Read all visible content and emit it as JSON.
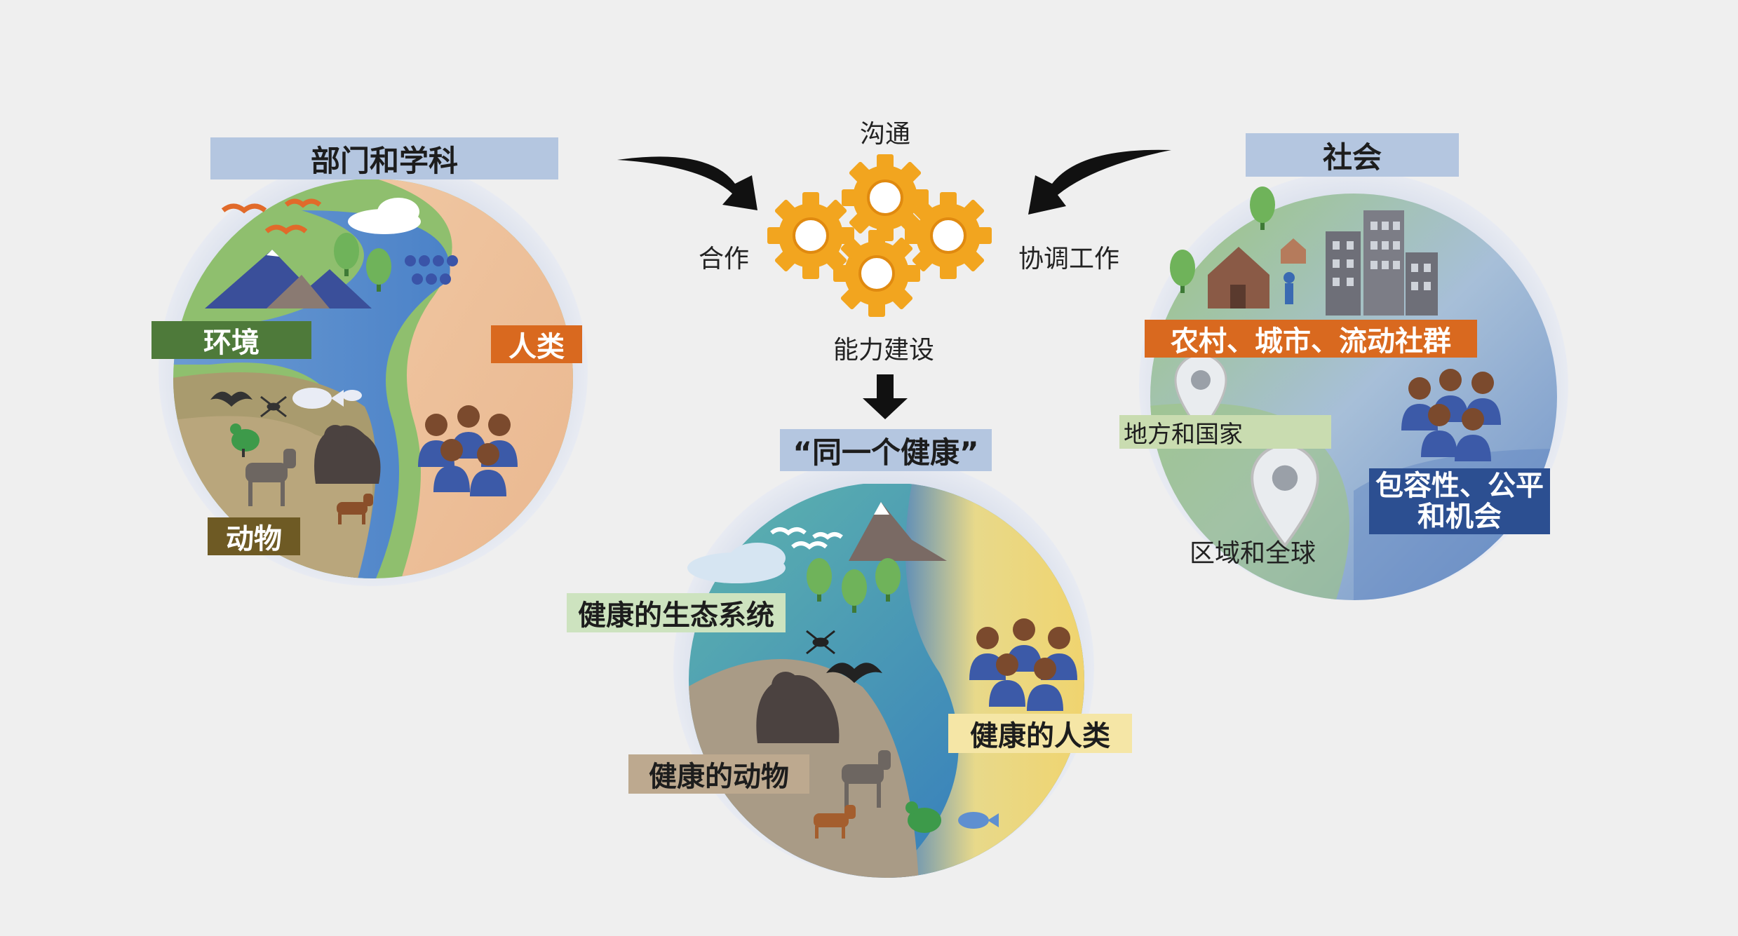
{
  "center": {
    "gear_labels": {
      "top": "沟通",
      "left": "合作",
      "right": "协调工作",
      "bottom": "能力建设"
    },
    "title": "“同一个健康”"
  },
  "left_circle": {
    "title": "部门和学科",
    "labels": {
      "environment": "环境",
      "humans": "人类",
      "animals": "动物"
    }
  },
  "right_circle": {
    "title": "社会",
    "labels": {
      "communities": "农村、城市、流动社群",
      "local_national": "地方和国家",
      "regional_global": "区域和全球",
      "inclusion_line1": "包容性、公平",
      "inclusion_line2": "和机会"
    }
  },
  "bottom_circle": {
    "labels": {
      "ecosystem": "健康的生态系统",
      "humans": "健康的人类",
      "animals": "健康的动物"
    }
  },
  "colors": {
    "background": "#efefef",
    "title_box": "#b4c6e0",
    "gear": "#f2a51f",
    "environment": "#4e7a3a",
    "humans": "#d9691f",
    "animals": "#6e5a24",
    "inclusion": "#2c4f91"
  },
  "icons": [
    "gear-icon",
    "arrow-icon",
    "mountain-icon",
    "bird-icon",
    "tree-icon",
    "fish-icon",
    "gorilla-icon",
    "goat-icon",
    "dog-icon",
    "chicken-icon",
    "bat-icon",
    "mosquito-icon",
    "house-icon",
    "building-icon",
    "location-pin-icon",
    "people-icon",
    "cloud-icon"
  ]
}
